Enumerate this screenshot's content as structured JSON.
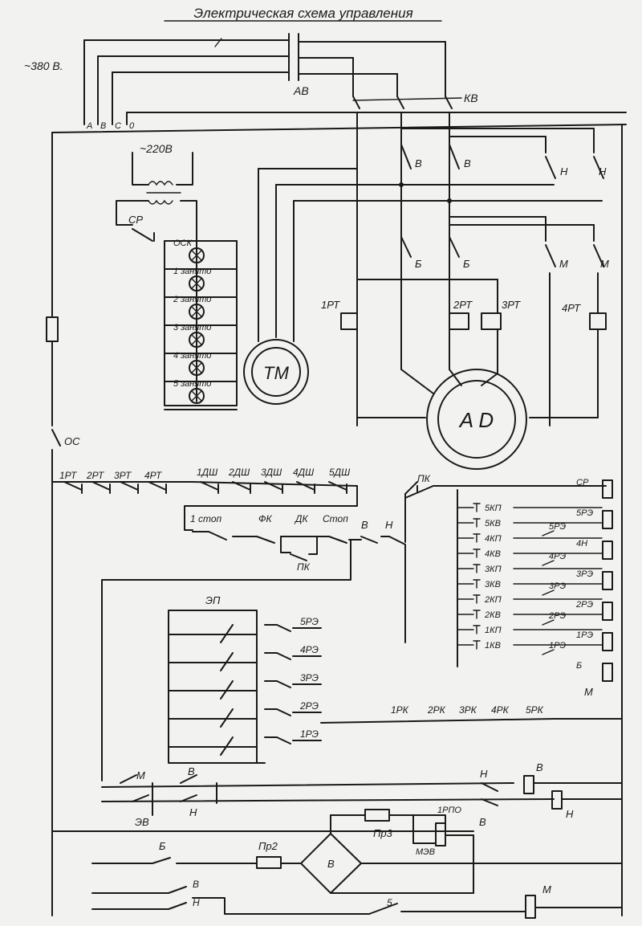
{
  "title": "Электрическая схема управления",
  "supply": {
    "voltage": "~380 В.",
    "phases": [
      "A",
      "B",
      "C",
      "0"
    ],
    "breaker": "АВ",
    "contactor": "КВ"
  },
  "lighting": {
    "voltage": "~220В",
    "switch": "СР",
    "lamps": [
      "ОСК",
      "1 занято",
      "2 занято",
      "3 занято",
      "4 занято",
      "5 занято"
    ]
  },
  "contacts": {
    "up": "В",
    "down": "Н",
    "brake": "Б",
    "slow": "М",
    "limit": "ОС",
    "relays": [
      "1РТ",
      "2РТ",
      "3РТ",
      "4РТ"
    ],
    "shaft": [
      "1ДШ",
      "2ДШ",
      "3ДШ",
      "4ДШ",
      "5ДШ"
    ],
    "stop1": "1 стоп",
    "fk": "ФК",
    "dk": "ДК",
    "stop": "Стоп",
    "pk": "ПК"
  },
  "motors": {
    "brake_motor": "ТМ",
    "main_motor": "A D"
  },
  "relay_chain": {
    "buttons": [
      "5КП",
      "5КВ",
      "4КП",
      "4КВ",
      "3КП",
      "3КВ",
      "2КП",
      "2КВ",
      "1КП",
      "1КВ"
    ],
    "contacts": [
      "5РЭ",
      "4РЭ",
      "3РЭ",
      "2РЭ",
      "1РЭ"
    ],
    "coils": [
      "СР",
      "5РЭ",
      "4Н",
      "3РЭ",
      "2РЭ",
      "1РЭ",
      "Б"
    ],
    "m_label": "М"
  },
  "floor_switch": {
    "name": "ЭП",
    "contacts": [
      "5РЭ",
      "4РЭ",
      "3РЭ",
      "2РЭ",
      "1РЭ"
    ],
    "rk": [
      "1РК",
      "2РК",
      "3РК",
      "4РК",
      "5РК"
    ]
  },
  "bottom": {
    "labels": [
      "М",
      "В",
      "ЭВ",
      "Н",
      "Н",
      "В",
      "В",
      "Н"
    ],
    "fuses": [
      "Пр2",
      "Пр3"
    ],
    "relay": "1РПО",
    "magnet": "МЭВ",
    "bridge": "В",
    "b_label": "Б",
    "v_label": "В",
    "n_label": "Н",
    "five": "5",
    "m_coil": "М"
  }
}
